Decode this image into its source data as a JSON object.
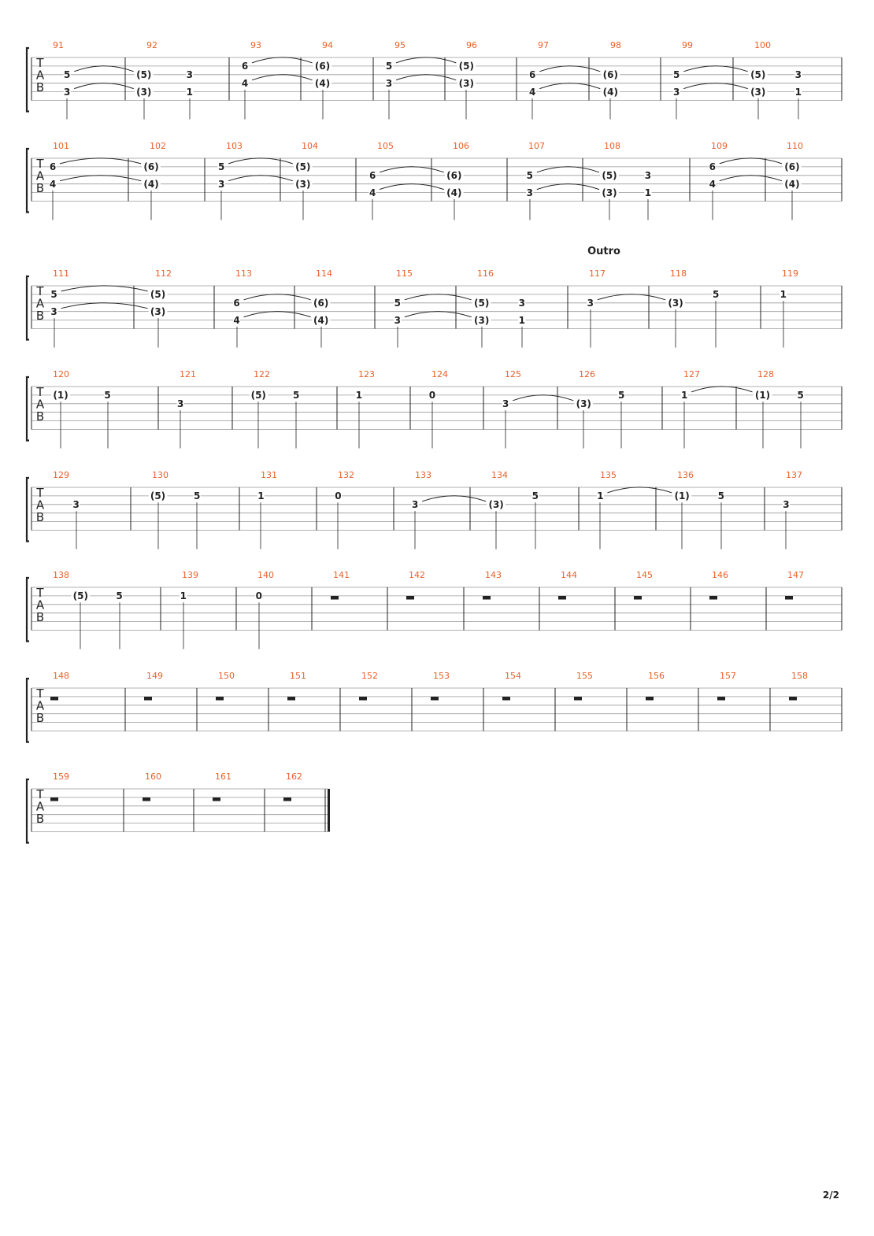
{
  "page_number": "2/2",
  "section_label": "Outro",
  "tab_clef": [
    "T",
    "A",
    "B"
  ],
  "colors": {
    "measure_number": "#e8602a",
    "ink": "#222222",
    "staff_line": "#999999"
  },
  "systems": [
    {
      "measures": [
        {
          "num": "91",
          "notes": [
            {
              "t": 0.38,
              "s": 3,
              "f": "5"
            },
            {
              "t": 0.38,
              "s": 5,
              "f": "3"
            }
          ]
        },
        {
          "num": "92",
          "notes": [
            {
              "t": 0.18,
              "s": 3,
              "f": "(5)"
            },
            {
              "t": 0.18,
              "s": 5,
              "f": "(3)"
            },
            {
              "t": 0.62,
              "s": 3,
              "f": "3"
            },
            {
              "t": 0.62,
              "s": 5,
              "f": "1"
            }
          ]
        },
        {
          "num": "93",
          "notes": [
            {
              "t": 0.22,
              "s": 2,
              "f": "6"
            },
            {
              "t": 0.22,
              "s": 4,
              "f": "4"
            }
          ]
        },
        {
          "num": "94",
          "notes": [
            {
              "t": 0.3,
              "s": 2,
              "f": "(6)"
            },
            {
              "t": 0.3,
              "s": 4,
              "f": "(4)"
            }
          ]
        },
        {
          "num": "95",
          "notes": [
            {
              "t": 0.22,
              "s": 2,
              "f": "5"
            },
            {
              "t": 0.22,
              "s": 4,
              "f": "3"
            }
          ]
        },
        {
          "num": "96",
          "notes": [
            {
              "t": 0.3,
              "s": 2,
              "f": "(5)"
            },
            {
              "t": 0.3,
              "s": 4,
              "f": "(3)"
            }
          ]
        },
        {
          "num": "97",
          "notes": [
            {
              "t": 0.22,
              "s": 3,
              "f": "6"
            },
            {
              "t": 0.22,
              "s": 5,
              "f": "4"
            }
          ]
        },
        {
          "num": "98",
          "notes": [
            {
              "t": 0.3,
              "s": 3,
              "f": "(6)"
            },
            {
              "t": 0.3,
              "s": 5,
              "f": "(4)"
            }
          ]
        },
        {
          "num": "99",
          "notes": [
            {
              "t": 0.22,
              "s": 3,
              "f": "5"
            },
            {
              "t": 0.22,
              "s": 5,
              "f": "3"
            }
          ]
        },
        {
          "num": "100",
          "notes": [
            {
              "t": 0.23,
              "s": 3,
              "f": "(5)"
            },
            {
              "t": 0.23,
              "s": 5,
              "f": "(3)"
            },
            {
              "t": 0.6,
              "s": 3,
              "f": "3"
            },
            {
              "t": 0.6,
              "s": 5,
              "f": "1"
            }
          ]
        }
      ]
    },
    {
      "measures": [
        {
          "num": "101",
          "notes": [
            {
              "t": 0.22,
              "s": 2,
              "f": "6"
            },
            {
              "t": 0.22,
              "s": 4,
              "f": "4"
            }
          ]
        },
        {
          "num": "102",
          "notes": [
            {
              "t": 0.3,
              "s": 2,
              "f": "(6)"
            },
            {
              "t": 0.3,
              "s": 4,
              "f": "(4)"
            }
          ]
        },
        {
          "num": "103",
          "notes": [
            {
              "t": 0.22,
              "s": 2,
              "f": "5"
            },
            {
              "t": 0.22,
              "s": 4,
              "f": "3"
            }
          ]
        },
        {
          "num": "104",
          "notes": [
            {
              "t": 0.3,
              "s": 2,
              "f": "(5)"
            },
            {
              "t": 0.3,
              "s": 4,
              "f": "(3)"
            }
          ]
        },
        {
          "num": "105",
          "notes": [
            {
              "t": 0.22,
              "s": 3,
              "f": "6"
            },
            {
              "t": 0.22,
              "s": 5,
              "f": "4"
            }
          ]
        },
        {
          "num": "106",
          "notes": [
            {
              "t": 0.3,
              "s": 3,
              "f": "(6)"
            },
            {
              "t": 0.3,
              "s": 5,
              "f": "(4)"
            }
          ]
        },
        {
          "num": "107",
          "notes": [
            {
              "t": 0.3,
              "s": 3,
              "f": "5"
            },
            {
              "t": 0.3,
              "s": 5,
              "f": "3"
            }
          ]
        },
        {
          "num": "108",
          "notes": [
            {
              "t": 0.25,
              "s": 3,
              "f": "(5)"
            },
            {
              "t": 0.25,
              "s": 5,
              "f": "(3)"
            },
            {
              "t": 0.61,
              "s": 3,
              "f": "3"
            },
            {
              "t": 0.61,
              "s": 5,
              "f": "1"
            }
          ]
        },
        {
          "num": "109",
          "notes": [
            {
              "t": 0.3,
              "s": 2,
              "f": "6"
            },
            {
              "t": 0.3,
              "s": 4,
              "f": "4"
            }
          ]
        },
        {
          "num": "110",
          "notes": [
            {
              "t": 0.35,
              "s": 2,
              "f": "(6)"
            },
            {
              "t": 0.35,
              "s": 4,
              "f": "(4)"
            }
          ]
        }
      ]
    },
    {
      "measures": [
        {
          "num": "111",
          "notes": [
            {
              "t": 0.22,
              "s": 2,
              "f": "5"
            },
            {
              "t": 0.22,
              "s": 4,
              "f": "3"
            }
          ]
        },
        {
          "num": "112",
          "notes": [
            {
              "t": 0.3,
              "s": 2,
              "f": "(5)"
            },
            {
              "t": 0.3,
              "s": 4,
              "f": "(3)"
            }
          ]
        },
        {
          "num": "113",
          "notes": [
            {
              "t": 0.28,
              "s": 3,
              "f": "6"
            },
            {
              "t": 0.28,
              "s": 5,
              "f": "4"
            }
          ]
        },
        {
          "num": "114",
          "notes": [
            {
              "t": 0.33,
              "s": 3,
              "f": "(6)"
            },
            {
              "t": 0.33,
              "s": 5,
              "f": "(4)"
            }
          ]
        },
        {
          "num": "115",
          "notes": [
            {
              "t": 0.28,
              "s": 3,
              "f": "5"
            },
            {
              "t": 0.28,
              "s": 5,
              "f": "3"
            }
          ]
        },
        {
          "num": "116",
          "notes": [
            {
              "t": 0.23,
              "s": 3,
              "f": "(5)"
            },
            {
              "t": 0.23,
              "s": 5,
              "f": "(3)"
            },
            {
              "t": 0.59,
              "s": 3,
              "f": "3"
            },
            {
              "t": 0.59,
              "s": 5,
              "f": "1"
            }
          ]
        },
        {
          "num": "117",
          "notes": [
            {
              "t": 0.28,
              "s": 3,
              "f": "3"
            }
          ]
        },
        {
          "num": "118",
          "notes": [
            {
              "t": 0.24,
              "s": 3,
              "f": "(3)"
            },
            {
              "t": 0.6,
              "s": 2,
              "f": "5"
            }
          ]
        },
        {
          "num": "119",
          "notes": [
            {
              "t": 0.28,
              "s": 2,
              "f": "1"
            }
          ]
        }
      ]
    },
    {
      "measures": [
        {
          "num": "120",
          "notes": [
            {
              "t": 0.23,
              "s": 2,
              "f": "(1)"
            },
            {
              "t": 0.6,
              "s": 2,
              "f": "5"
            }
          ]
        },
        {
          "num": "121",
          "notes": [
            {
              "t": 0.3,
              "s": 3,
              "f": "3"
            }
          ]
        },
        {
          "num": "122",
          "notes": [
            {
              "t": 0.25,
              "s": 2,
              "f": "(5)"
            },
            {
              "t": 0.61,
              "s": 2,
              "f": "5"
            }
          ]
        },
        {
          "num": "123",
          "notes": [
            {
              "t": 0.3,
              "s": 2,
              "f": "1"
            }
          ]
        },
        {
          "num": "124",
          "notes": [
            {
              "t": 0.3,
              "s": 2,
              "f": "0"
            }
          ]
        },
        {
          "num": "125",
          "notes": [
            {
              "t": 0.3,
              "s": 3,
              "f": "3"
            }
          ]
        },
        {
          "num": "126",
          "notes": [
            {
              "t": 0.25,
              "s": 3,
              "f": "(3)"
            },
            {
              "t": 0.61,
              "s": 2,
              "f": "5"
            }
          ]
        },
        {
          "num": "127",
          "notes": [
            {
              "t": 0.3,
              "s": 2,
              "f": "1"
            }
          ]
        },
        {
          "num": "128",
          "notes": [
            {
              "t": 0.25,
              "s": 2,
              "f": "(1)"
            },
            {
              "t": 0.61,
              "s": 2,
              "f": "5"
            }
          ]
        }
      ]
    },
    {
      "measures": [
        {
          "num": "129",
          "notes": [
            {
              "t": 0.45,
              "s": 3,
              "f": "3"
            }
          ]
        },
        {
          "num": "130",
          "notes": [
            {
              "t": 0.25,
              "s": 2,
              "f": "(5)"
            },
            {
              "t": 0.61,
              "s": 2,
              "f": "5"
            }
          ]
        },
        {
          "num": "131",
          "notes": [
            {
              "t": 0.28,
              "s": 2,
              "f": "1"
            }
          ]
        },
        {
          "num": "132",
          "notes": [
            {
              "t": 0.28,
              "s": 2,
              "f": "0"
            }
          ]
        },
        {
          "num": "133",
          "notes": [
            {
              "t": 0.28,
              "s": 3,
              "f": "3"
            }
          ]
        },
        {
          "num": "134",
          "notes": [
            {
              "t": 0.24,
              "s": 3,
              "f": "(3)"
            },
            {
              "t": 0.6,
              "s": 2,
              "f": "5"
            }
          ]
        },
        {
          "num": "135",
          "notes": [
            {
              "t": 0.28,
              "s": 2,
              "f": "1"
            }
          ]
        },
        {
          "num": "136",
          "notes": [
            {
              "t": 0.24,
              "s": 2,
              "f": "(1)"
            },
            {
              "t": 0.6,
              "s": 2,
              "f": "5"
            }
          ]
        },
        {
          "num": "137",
          "notes": [
            {
              "t": 0.28,
              "s": 3,
              "f": "3"
            }
          ]
        }
      ]
    },
    {
      "measures": [
        {
          "num": "138",
          "notes": [
            {
              "t": 0.38,
              "s": 2,
              "f": "(5)"
            },
            {
              "t": 0.68,
              "s": 2,
              "f": "5"
            }
          ]
        },
        {
          "num": "139",
          "notes": [
            {
              "t": 0.3,
              "s": 2,
              "f": "1"
            }
          ]
        },
        {
          "num": "140",
          "notes": [
            {
              "t": 0.3,
              "s": 2,
              "f": "0"
            }
          ]
        },
        {
          "num": "141",
          "rest": true
        },
        {
          "num": "142",
          "rest": true
        },
        {
          "num": "143",
          "rest": true
        },
        {
          "num": "144",
          "rest": true
        },
        {
          "num": "145",
          "rest": true
        },
        {
          "num": "146",
          "rest": true
        },
        {
          "num": "147",
          "rest": true
        }
      ]
    },
    {
      "measures": [
        {
          "num": "148",
          "rest": true
        },
        {
          "num": "149",
          "rest": true
        },
        {
          "num": "150",
          "rest": true
        },
        {
          "num": "151",
          "rest": true
        },
        {
          "num": "152",
          "rest": true
        },
        {
          "num": "153",
          "rest": true
        },
        {
          "num": "154",
          "rest": true
        },
        {
          "num": "155",
          "rest": true
        },
        {
          "num": "156",
          "rest": true
        },
        {
          "num": "157",
          "rest": true
        },
        {
          "num": "158",
          "rest": true
        }
      ]
    },
    {
      "measures": [
        {
          "num": "159",
          "rest": true
        },
        {
          "num": "160",
          "rest": true
        },
        {
          "num": "161",
          "rest": true
        },
        {
          "num": "162",
          "rest": true
        }
      ]
    }
  ]
}
